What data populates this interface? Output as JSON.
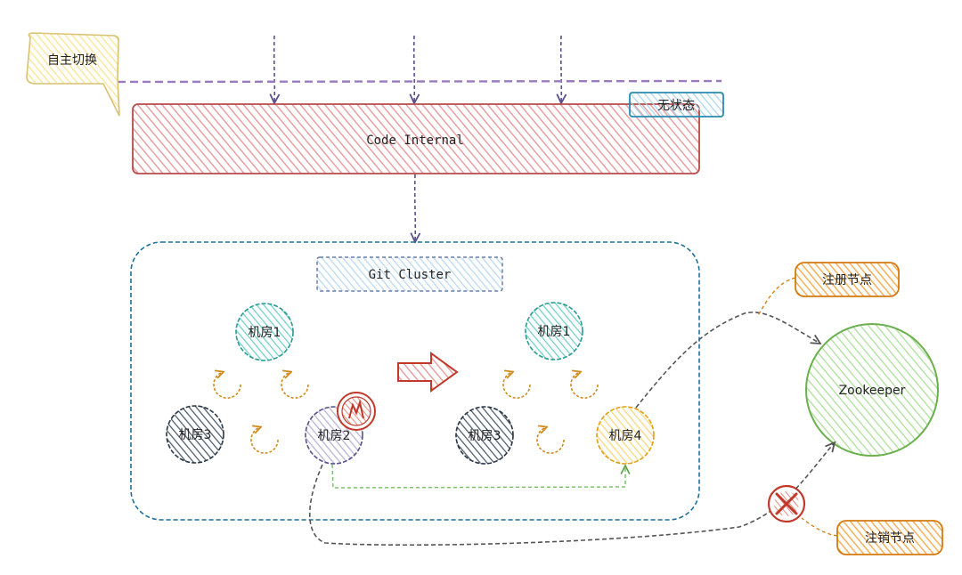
{
  "callouts": {
    "auto_switch": "自主切换",
    "register": "注册节点",
    "deregister": "注销节点"
  },
  "stateless_tag": "无状态",
  "code_internal": "Code Internal",
  "git_cluster": "Git Cluster",
  "zookeeper": "Zookeeper",
  "rooms_before": {
    "room1": "机房1",
    "room2": "机房2",
    "room3": "机房3"
  },
  "rooms_after": {
    "room1": "机房1",
    "room3": "机房3",
    "room4": "机房4"
  },
  "colors": {
    "code_internal": "#e8a0a0",
    "code_internal_stroke": "#b84a4a",
    "stateless_tag": "#a8d6ee",
    "stateless_tag_stroke": "#2a8ab0",
    "git_cluster_frame": "#1f6f9a",
    "git_cluster_label": "#b8d8f2",
    "room1": "#6fcfc8",
    "room1_stroke": "#2a9a94",
    "room2": "#b8b0d8",
    "room2_stroke": "#5a4f8a",
    "room3": "#4a5a6a",
    "room3_stroke": "#2a3645",
    "room4": "#f7d77a",
    "room4_stroke": "#e0a019",
    "zookeeper": "#b7e3a8",
    "zookeeper_stroke": "#6ab04c",
    "callout_yellow": "#fbe8a0",
    "callout_orange": "#f5b15a",
    "callout_orange_stroke": "#d57a10",
    "dashed_line": "#9b7bc0",
    "sync_arrow": "#d08a1c",
    "switch_arrow": "#c0392b",
    "migrate_line": "#7cc46a",
    "connector": "#666666",
    "error_mark": "#c0392b"
  },
  "icons": {
    "failure": "fire-badge-icon",
    "deregister": "cross-circle-icon",
    "switch": "right-arrow-icon",
    "sync": "circular-arrow-icon"
  }
}
